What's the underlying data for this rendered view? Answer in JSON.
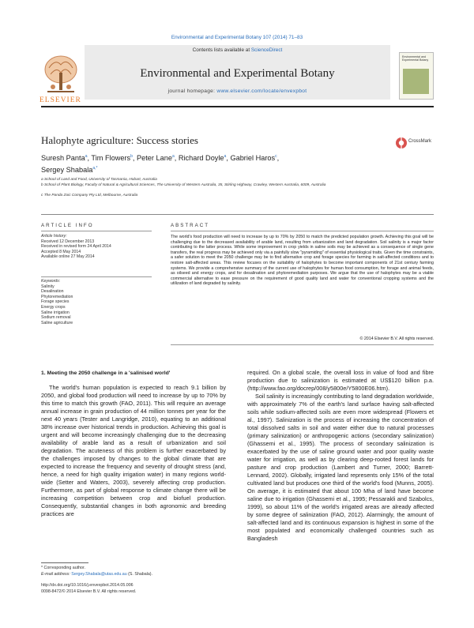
{
  "journal_ref": "Environmental and Experimental Botany 107 (2014) 71–83",
  "banner": {
    "contents_prefix": "Contents lists available at ",
    "contents_link": "ScienceDirect",
    "journal_title": "Environmental and Experimental Botany",
    "homepage_prefix": "journal homepage: ",
    "homepage_link": "www.elsevier.com/locate/envexpbot",
    "publisher": "ELSEVIER",
    "cover_title": "Environmental and Experimental Botany"
  },
  "title": "Halophyte agriculture: Success stories",
  "crossmark": "CrossMark",
  "authors": [
    {
      "name": "Suresh Panta",
      "sup": "a",
      "sep": ", "
    },
    {
      "name": "Tim Flowers",
      "sup": "b",
      "sep": ", "
    },
    {
      "name": "Peter Lane",
      "sup": "a",
      "sep": ", "
    },
    {
      "name": "Richard Doyle",
      "sup": "a",
      "sep": ", "
    },
    {
      "name": "Gabriel Haros",
      "sup": "c",
      "sep": ","
    },
    {
      "name": "Sergey Shabala",
      "sup": "a,*",
      "sep": ""
    }
  ],
  "affiliations": [
    "a School of Land and Food, University of Tasmania, Hobart, Australia",
    "b School of Plant Biology, Faculty of Natural & Agricultural Sciences, The University of Western Australia, 35, Stirling Highway, Crawley, Western Australia, 6009, Australia",
    "c The Panda Zoic Company Pty Ltd, Melbourne, Australia"
  ],
  "article_info": {
    "header": "ARTICLE INFO",
    "history_label": "Article history:",
    "history": [
      "Received 12 December 2013",
      "Received in revised form 24 April 2014",
      "Accepted 8 May 2014",
      "Available online 27 May 2014"
    ],
    "keywords_label": "Keywords:",
    "keywords": [
      "Salinity",
      "Desalination",
      "Phytoremediation",
      "Forage species",
      "Energy crops",
      "Saline irrigation",
      "Sodium removal",
      "Saline agriculture"
    ]
  },
  "abstract": {
    "header": "ABSTRACT",
    "text": "The world's food production will need to increase by up to 70% by 2050 to match the predicted population growth. Achieving this goal will be challenging due to the decreased availability of arable land, resulting from urbanization and land degradation. Soil salinity is a major factor contributing to the latter process. While some improvement in crop yields in saline soils may be achieved as a consequence of single gene transfers, the real progress may be achieved only via a painfully slow \"pyramiding\" of essential physiological traits. Given the time constraints, a safer solution to meet the 2050 challenge may be to find alternative crop and forage species for farming in salt-affected conditions and to restore salt-affected areas. This review focuses on the suitability of halophytes to become important components of 21st century farming systems. We provide a comprehensive summary of the current use of halophytes for human food consumption, for forage and animal feeds, as oilseed and energy crops, and for desalination and phytoremediation purposes. We argue that the use of halophytes may be a viable commercial alternative to ease pressure on the requirement of good quality land and water for conventional cropping systems and the utilization of land degraded by salinity.",
    "copyright": "© 2014 Elsevier B.V. All rights reserved."
  },
  "section1": {
    "heading": "1.  Meeting the 2050 challenge in a 'salinised world'",
    "col1": "The world's human population is expected to reach 9.1 billion by 2050, and global food production will need to increase by up to 70% by this time to match this growth (FAO, 2011). This will require an average annual increase in grain production of 44 million tonnes per year for the next 40 years (Tester and Langridge, 2010), equating to an additional 38% increase over historical trends in production. Achieving this goal is urgent and will become increasingly challenging due to the decreasing availability of arable land as a result of urbanization and soil degradation. The acuteness of this problem is further exacerbated by the challenges imposed by changes to the global climate that are expected to increase the frequency and severity of drought stress (and, hence, a need for high quality irrigation water) in many regions world-wide (Setter and Waters, 2003), severely affecting crop production. Furthermore, as part of global response to climate change there will be increasing competition between crop and biofuel production. Consequently, substantial changes in both agronomic and breeding practices are",
    "col2_cont": "required. On a global scale, the overall loss in value of food and fibre production due to salinization is estimated at US$120 billion p.a. (http://www.fao.org/docrep/008/y5800e/Y5800E06.htm).",
    "col2_para": "Soil salinity is increasingly contributing to land degradation worldwide, with approximately 7% of the earth's land surface having salt-affected soils while sodium-affected soils are even more widespread (Flowers et al., 1997). Salinization is the process of increasing the concentration of total dissolved salts in soil and water either due to natural processes (primary salinization) or anthropogenic actions (secondary salinization) (Ghassemi et al., 1995). The process of secondary salinization is exacerbated by the use of saline ground water and poor quality waste water for irrigation, as well as by clearing deep-rooted forest lands for pasture and crop production (Lambert and Turner, 2000; Barrett-Lennard, 2002). Globally, irrigated land represents only 15% of the total cultivated land but produces one third of the world's food (Munns, 2005). On average, it is estimated that about 100 Mha of land have become saline due to irrigation (Ghassemi et al., 1995; Pessarakli and Szabolcs, 1999), so about 11% of the world's irrigated areas are already affected by some degree of salinization (FAO, 2012). Alarmingly, the amount of salt-affected land and its continuous expansion is highest in some of the most populated and economically challenged countries such as Bangladesh"
  },
  "footnotes": {
    "corresponding": "* Corresponding author.",
    "email_label": "E-mail address: ",
    "email": "Sergey.Shabala@utas.edu.au",
    "email_suffix": " (S. Shabala).",
    "doi": "http://dx.doi.org/10.1016/j.envexpbot.2014.05.006",
    "issn": "0098-8472/© 2014 Elsevier B.V. All rights reserved."
  }
}
